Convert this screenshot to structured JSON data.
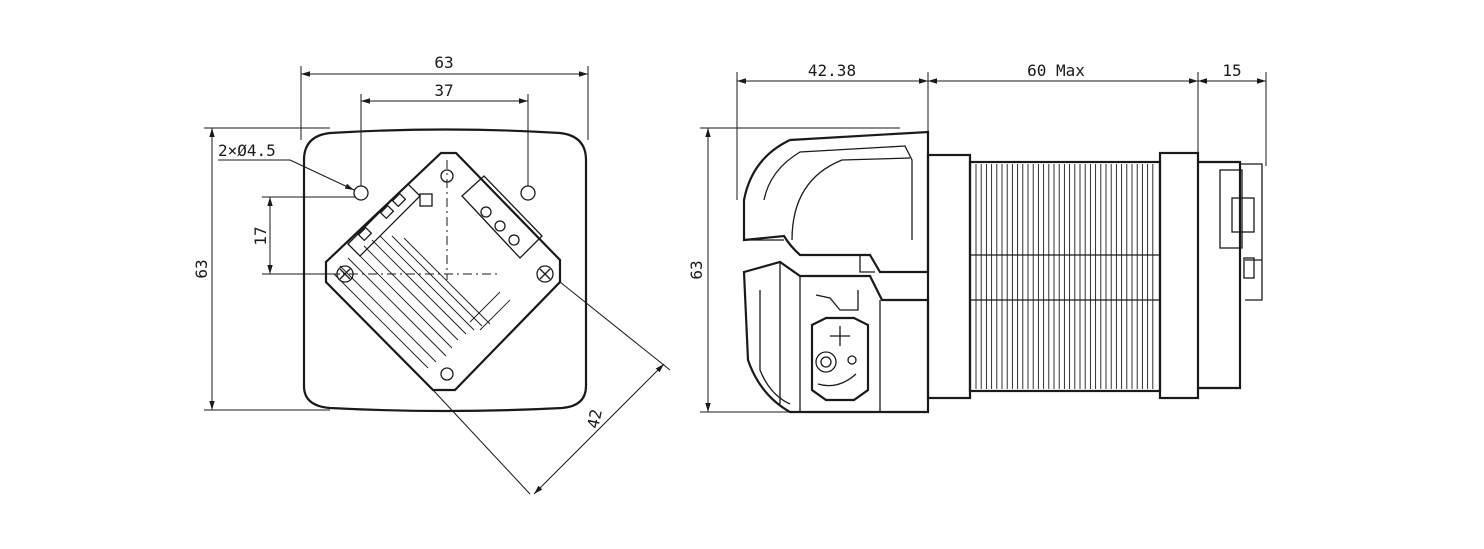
{
  "front_view": {
    "width_label": "63",
    "hole_spacing_label": "37",
    "hole_callout_label": "2×Ø4.5",
    "vertical_offset_label": "17",
    "height_label": "63",
    "diagonal_label": "42"
  },
  "side_view": {
    "pump_head_depth_label": "42.38",
    "motor_length_label": "60 Max",
    "tail_length_label": "15",
    "height_label": "63"
  },
  "colors": {
    "line": "#1a1a1a",
    "background": "#ffffff"
  }
}
